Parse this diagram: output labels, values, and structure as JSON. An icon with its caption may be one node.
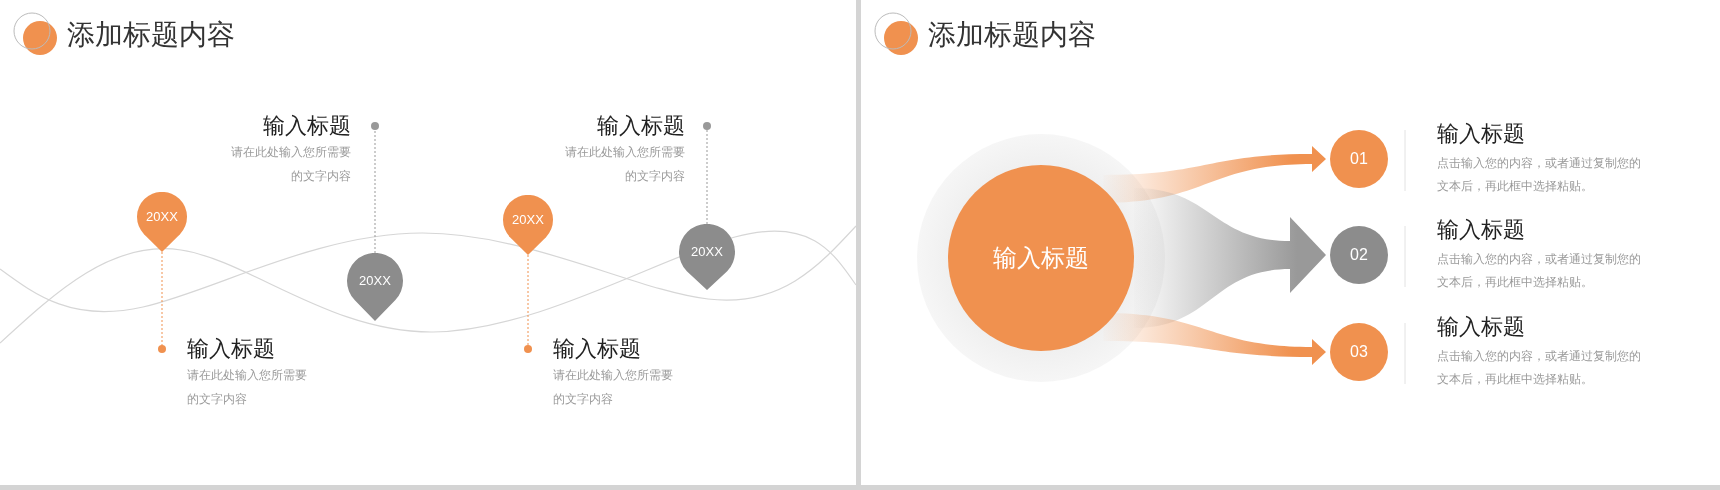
{
  "diagram": {
    "title": "添加标题内容",
    "nodes": [
      {
        "text": [
          "20XX"
        ]
      },
      {
        "text": [
          "输入标题",
          "请在此处输入您所需要的文字内容"
        ]
      },
      {
        "text": [
          "20XX"
        ]
      },
      {
        "text": [
          "输入标题",
          "请在此处输入您所需要的文字内容"
        ]
      },
      {
        "text": [
          "20XX"
        ]
      },
      {
        "text": [
          "输入标题",
          "请在此处输入您所需要的文字内容"
        ]
      },
      {
        "text": [
          "20XX"
        ]
      },
      {
        "text": [
          "输入标题",
          "请在此处输入您所需要的文字内容"
        ]
      },
      {
        "text": [
          "输入标题"
        ]
      },
      {
        "text": [
          "01"
        ],
        "beside": [
          "输入标题",
          "点击输入您的内容，或者通过复制您的文本后，再此框中选择粘贴。"
        ]
      },
      {
        "text": [
          "02"
        ],
        "beside": [
          "输入标题",
          "点击输入您的内容，或者通过复制您的文本后，再此框中选择粘贴。"
        ]
      },
      {
        "text": [
          "03"
        ],
        "beside": [
          "输入标题",
          "点击输入您的内容，或者通过复制您的文本后，再此框中选择粘贴。"
        ]
      }
    ],
    "edges": [
      {
        "from": 0,
        "to": 1,
        "arrow": "other",
        "style": "dashed"
      },
      {
        "from": 2,
        "to": 3,
        "arrow": "other",
        "style": "dashed",
        "color": "#999999"
      },
      {
        "from": 4,
        "to": 5,
        "arrow": "other",
        "style": "dashed"
      },
      {
        "from": 6,
        "to": 7,
        "arrow": "other",
        "style": "dashed",
        "color": "#999999"
      },
      {
        "from": 8,
        "to": 9,
        "arrow": "to"
      },
      {
        "from": 8,
        "to": 10,
        "arrow": "to",
        "style": "thick",
        "color": "#999999"
      },
      {
        "from": 8,
        "to": 11,
        "arrow": "to"
      }
    ],
    "labels": [
      "添加标题内容"
    ]
  }
}
